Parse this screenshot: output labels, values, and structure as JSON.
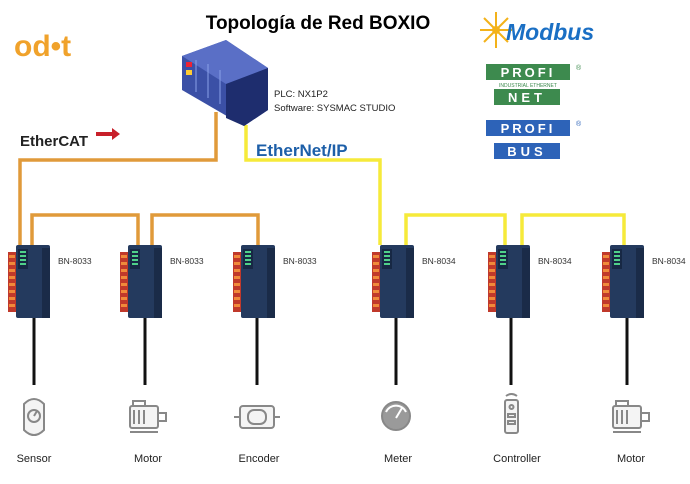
{
  "title": "Topología de Red BOXIO",
  "brand": "od•t",
  "plc": {
    "model_line": "PLC: NX1P2",
    "software_line": "Software: SYSMAC STUDIO"
  },
  "protocols": {
    "ethercat": "EtherCAT",
    "ethernet_ip": "EtherNet/IP",
    "modbus": "Modbus",
    "profinet_top": "PROFI",
    "profinet_bottom": "NET",
    "profinet_sub": "INDUSTRIAL ETHERNET",
    "profibus_top": "PROFI",
    "profibus_bottom": "BUS"
  },
  "modules": [
    {
      "label": "BN-8033"
    },
    {
      "label": "BN-8033"
    },
    {
      "label": "BN-8033"
    },
    {
      "label": "BN-8034"
    },
    {
      "label": "BN-8034"
    },
    {
      "label": "BN-8034"
    }
  ],
  "devices": [
    {
      "label": "Sensor",
      "icon": "sensor-icon"
    },
    {
      "label": "Motor",
      "icon": "motor-icon"
    },
    {
      "label": "Encoder",
      "icon": "encoder-icon"
    },
    {
      "label": "Meter",
      "icon": "meter-icon"
    },
    {
      "label": "Controller",
      "icon": "remote-controller-icon"
    },
    {
      "label": "Motor",
      "icon": "motor-icon"
    }
  ],
  "colors": {
    "ethercat_line": "#e09a3a",
    "ethernetip_line": "#f6ea3a",
    "module_body": "#243a5e",
    "plc_body": "#2c3f8a",
    "brand": "#f0a22b",
    "modbus_text": "#1a6fc4",
    "profinet_green": "#3d8a4e",
    "profibus_blue": "#2d63b8"
  }
}
